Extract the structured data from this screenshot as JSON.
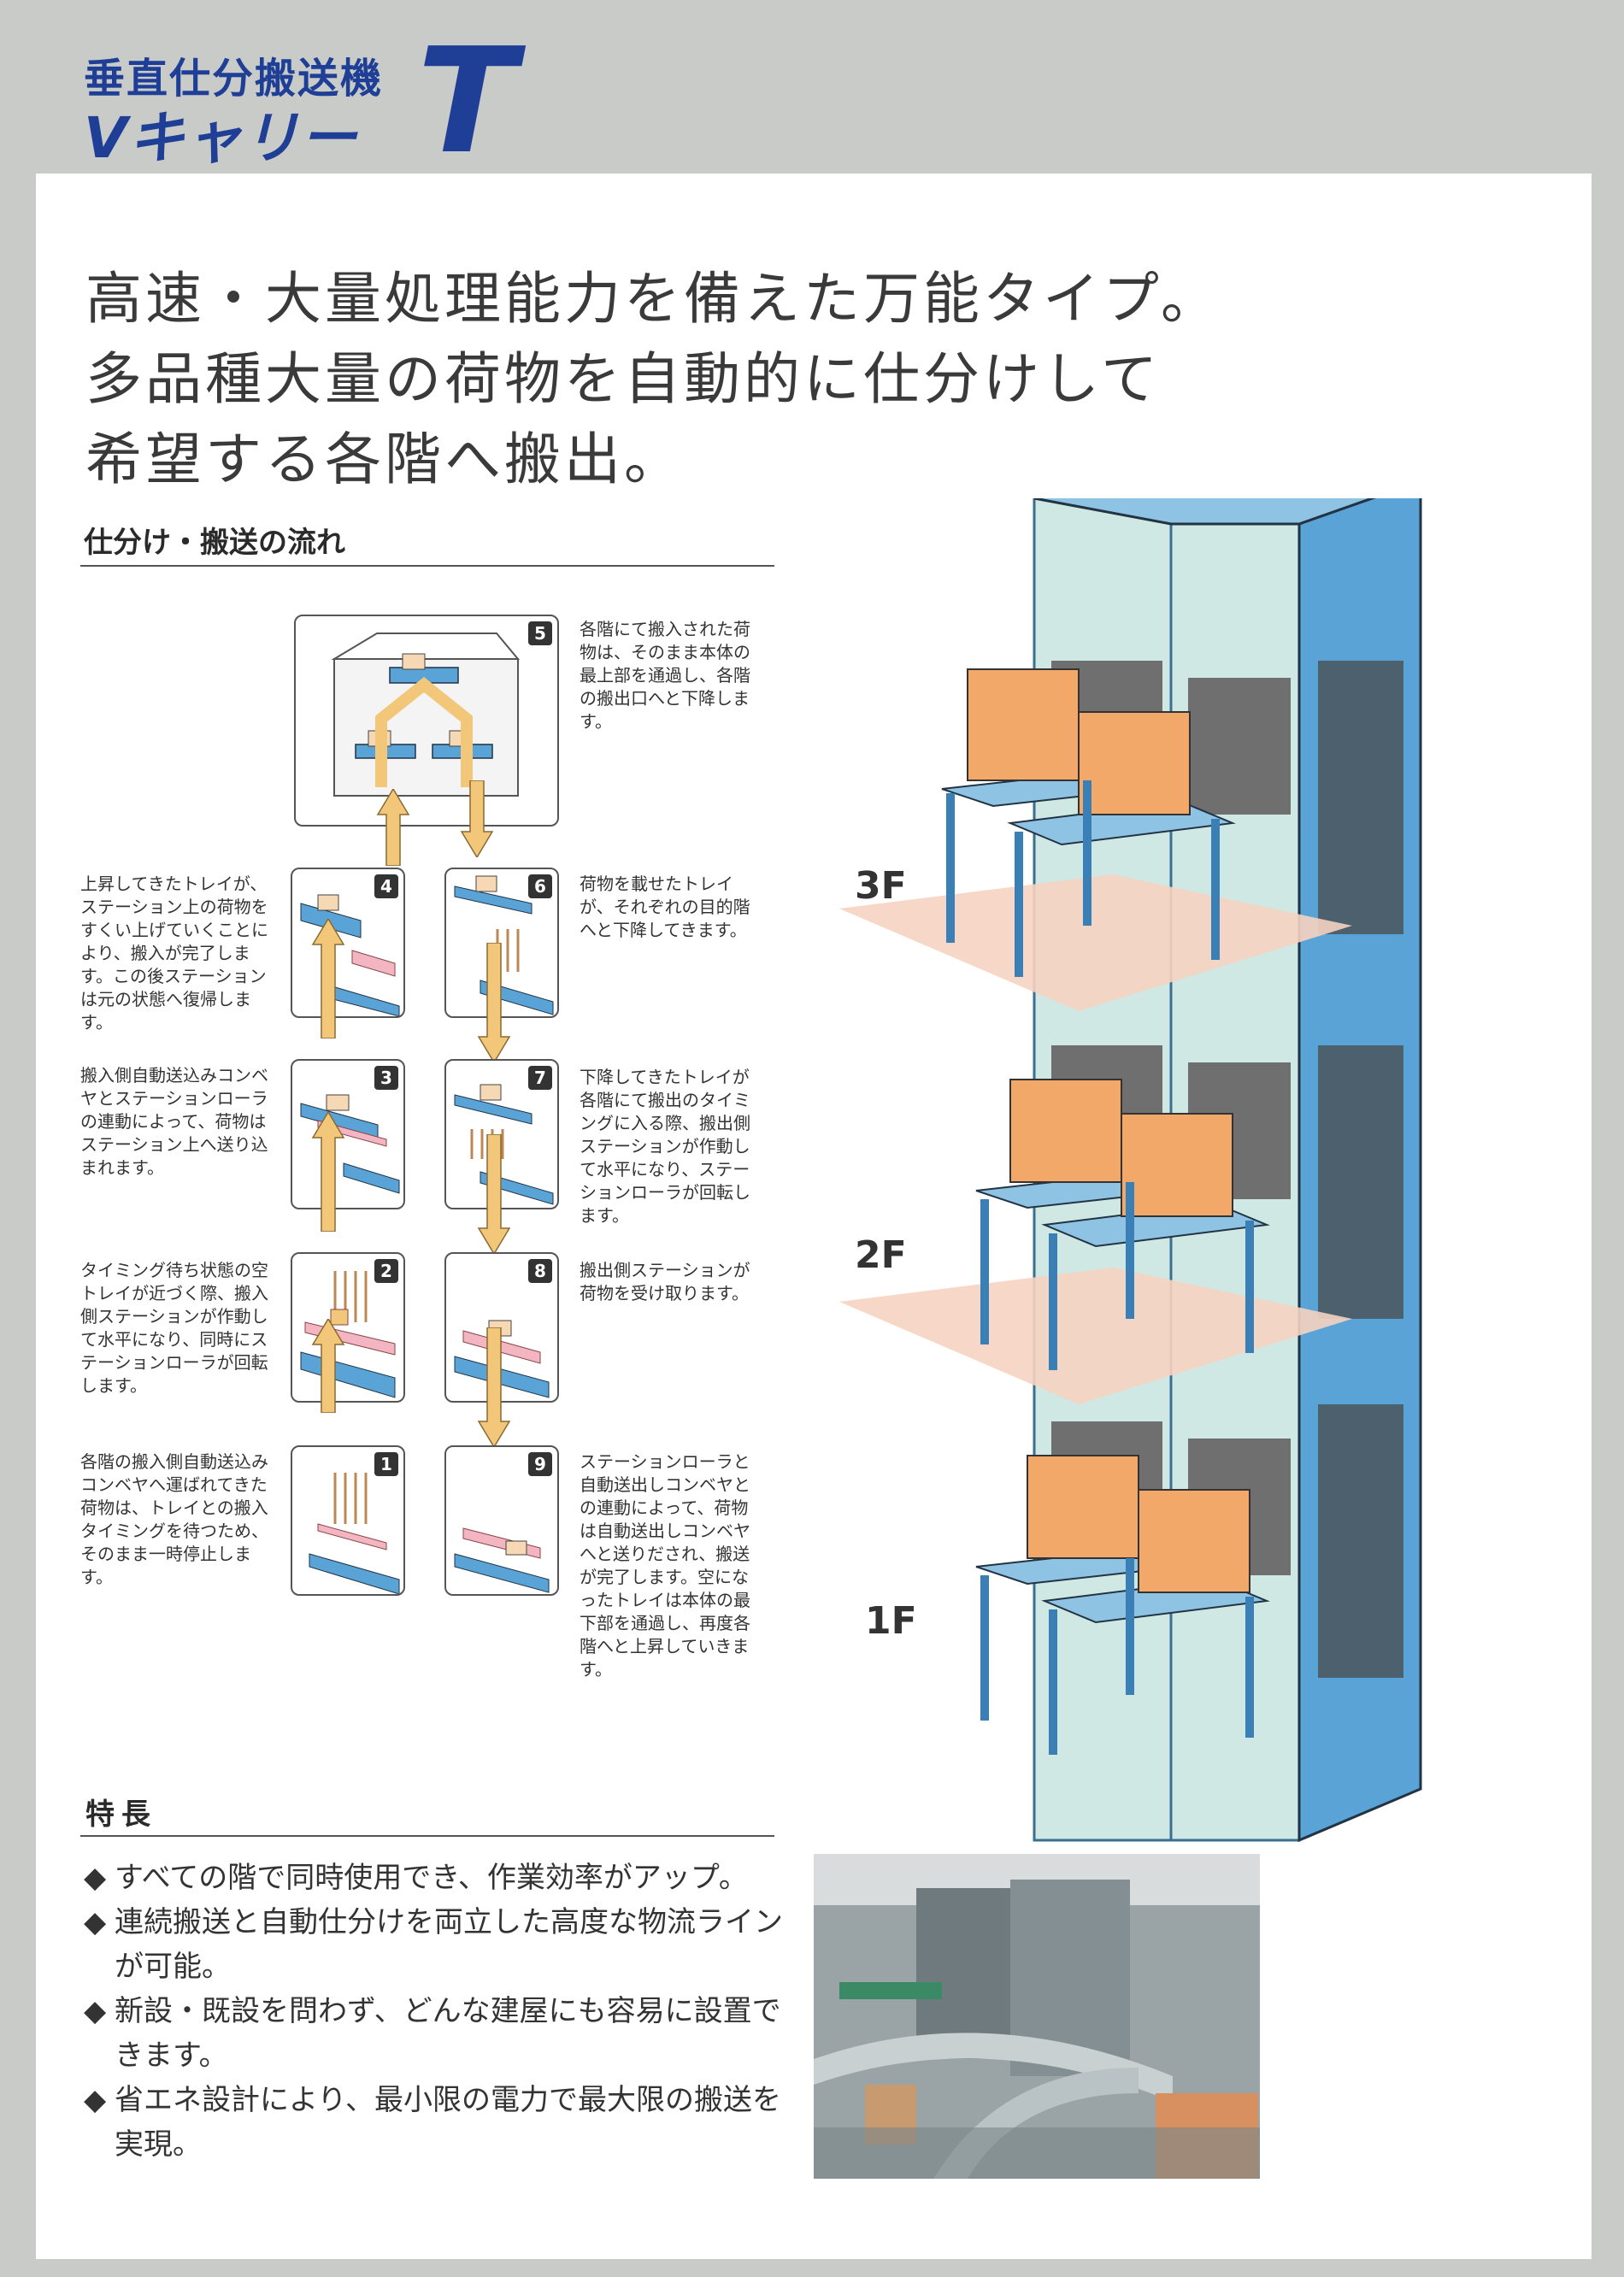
{
  "brand": {
    "subtitle": "垂直仕分搬送機",
    "name": "Vキャリー",
    "model_letter": "T"
  },
  "headline": [
    "高速・大量処理能力を備えた万能タイプ。",
    "多品種大量の荷物を自動的に仕分けして",
    "希望する各階へ搬出。"
  ],
  "flow": {
    "title": "仕分け・搬送の流れ",
    "steps": [
      {
        "num": "1",
        "text": "各階の搬入側自動送込みコンベヤへ運ばれてきた荷物は、トレイとの搬入タイミングを待つため、そのまま一時停止します。"
      },
      {
        "num": "2",
        "text": "タイミング待ち状態の空トレイが近づく際、搬入側ステーションが作動して水平になり、同時にステーションローラが回転します。"
      },
      {
        "num": "3",
        "text": "搬入側自動送込みコンベヤとステーションローラの連動によって、荷物はステーション上へ送り込まれます。"
      },
      {
        "num": "4",
        "text": "上昇してきたトレイが、ステーション上の荷物をすくい上げていくことにより、搬入が完了します。この後ステーションは元の状態へ復帰します。"
      },
      {
        "num": "5",
        "text": "各階にて搬入された荷物は、そのまま本体の最上部を通過し、各階の搬出口へと下降します。"
      },
      {
        "num": "6",
        "text": "荷物を載せたトレイが、それぞれの目的階へと下降してきます。"
      },
      {
        "num": "7",
        "text": "下降してきたトレイが各階にて搬出のタイミングに入る際、搬出側ステーションが作動して水平になり、ステーションローラが回転します。"
      },
      {
        "num": "8",
        "text": "搬出側ステーションが荷物を受け取ります。"
      },
      {
        "num": "9",
        "text": "ステーションローラと自動送出しコンベヤとの連動によって、荷物は自動送出しコンベヤへと送りだされ、搬送が完了します。空になったトレイは本体の最下部を通過し、再度各階へと上昇していきます。"
      }
    ]
  },
  "floors": [
    "3F",
    "2F",
    "1F"
  ],
  "features": {
    "title": "特長",
    "bullet": "◆",
    "items": [
      "すべての階で同時使用でき、作業効率がアップ。",
      "連続搬送と自動仕分けを両立した高度な物流ラインが可能。",
      "新設・既設を問わず、どんな建屋にも容易に設置できます。",
      "省エネ設計により、最小限の電力で最大限の搬送を実現。"
    ]
  },
  "colors": {
    "brand_blue": "#1f3f96",
    "frame_blue": "#5aa3d6",
    "panel_mint": "#cfe8e3",
    "box_orange": "#f2a868",
    "arrow_yellow": "#f3c77a",
    "floor_pink": "#f6d3c1"
  }
}
